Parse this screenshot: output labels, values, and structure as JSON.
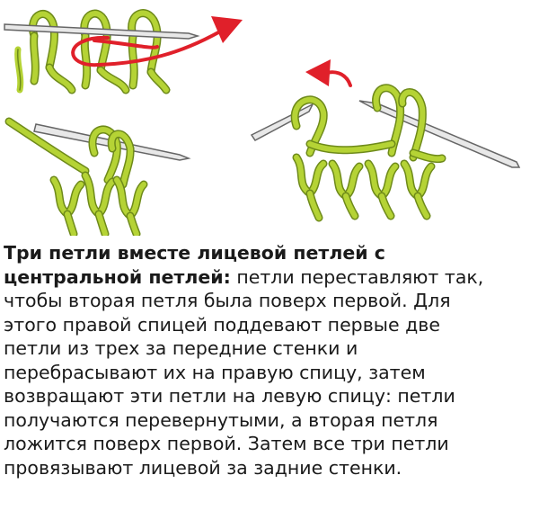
{
  "instructions": {
    "heading_line1": "Три петли вместе лицевой петлей с",
    "heading_line2": "центральной петлей:",
    "line2_rest": " петли переставляют так,",
    "line3": "чтобы вторая петля была поверх первой. Для",
    "line4": "этого правой спицей поддевают первые две",
    "line5": "петли из трех за передние стенки и",
    "line6": "перебрасывают их на правую спицу, затем",
    "line7": "возвращают эти петли на левую спицу: петли",
    "line8": "получаются перевернутыми, а вторая петля",
    "line9": "ложится поверх первой. Затем все три петли",
    "line10": "провязывают лицевой за задние стенки."
  },
  "colors": {
    "yarn": "#b5d335",
    "yarn_outline": "#6e8a1a",
    "needle": "#e8e8e8",
    "needle_outline": "#666666",
    "arrow": "#e0202a"
  }
}
